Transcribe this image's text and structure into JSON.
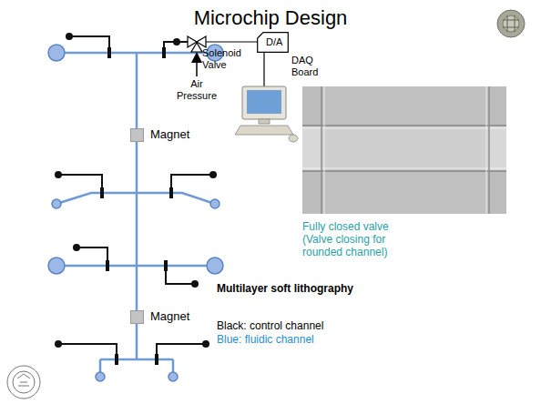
{
  "diagram": {
    "title": "Microchip Design",
    "nodes": [
      {
        "text": [
          "D/A"
        ]
      },
      {
        "text": [
          "Magnet"
        ]
      },
      {
        "text": [
          "Magnet"
        ]
      }
    ],
    "labels": [
      "Solenoid Valve",
      "Air Pressure",
      "DAQ Board",
      "Fully closed valve",
      "(Valve closing for rounded channel)",
      "Multilayer soft lithography",
      "Black: control channel",
      "Blue: fluidic channel"
    ]
  }
}
